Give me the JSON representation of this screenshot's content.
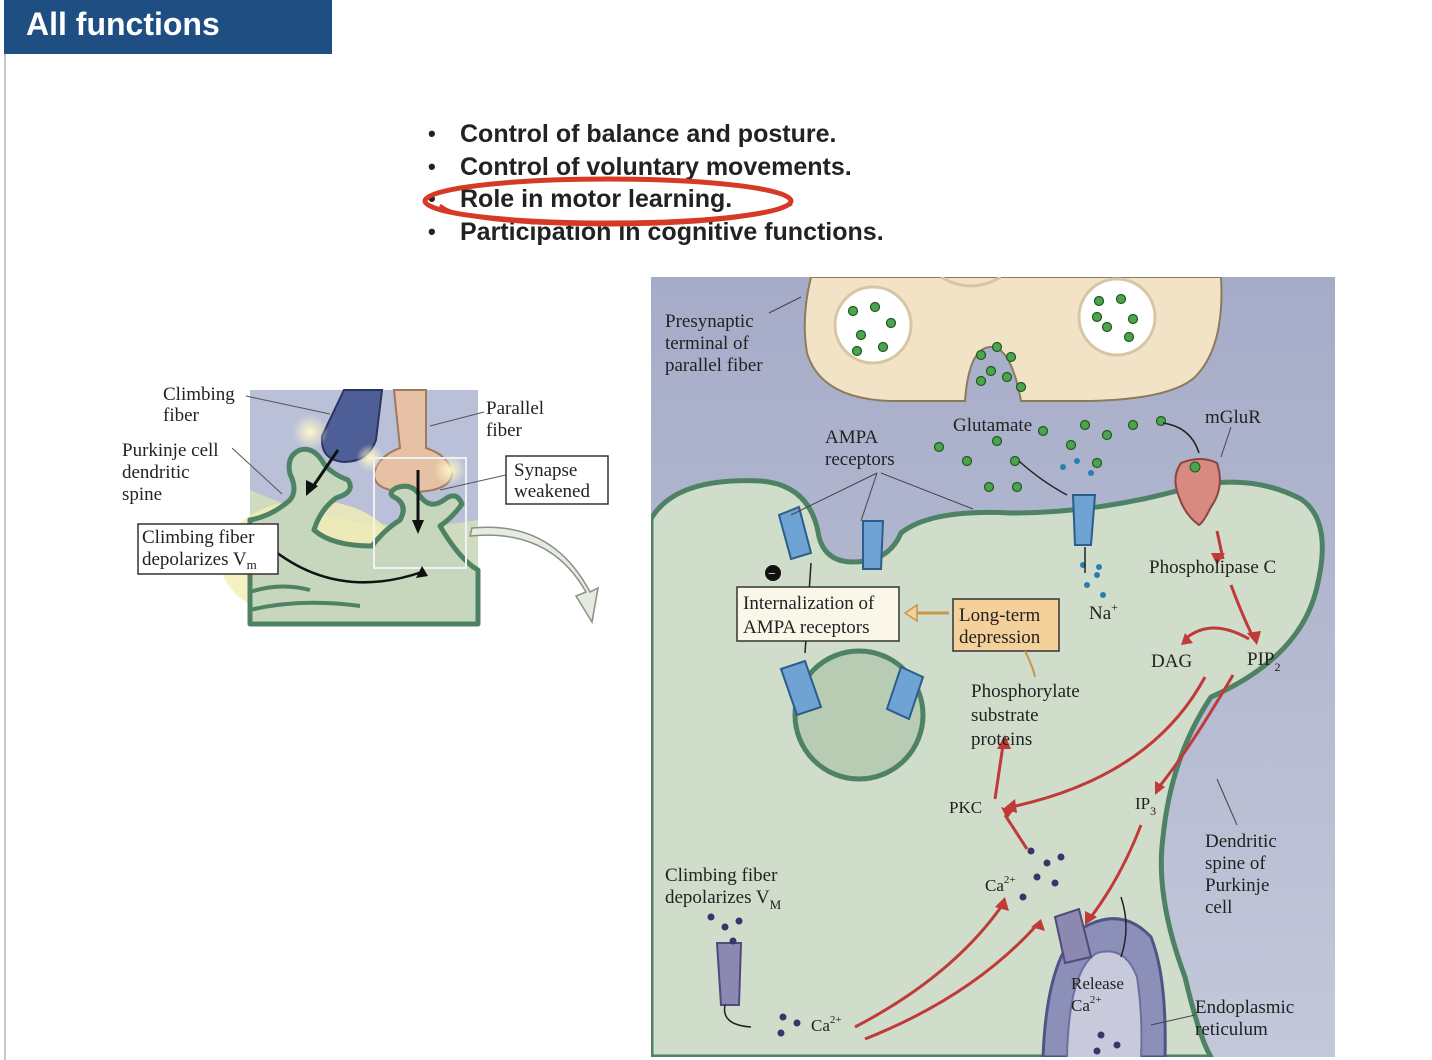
{
  "header": {
    "title": "All functions"
  },
  "bullets": [
    "Control of balance and posture.",
    "Control of voluntary movements.",
    "Role in motor learning.",
    "Participation in cognitive functions."
  ],
  "left_figure": {
    "climbing_fiber": [
      "Climbing",
      "fiber"
    ],
    "parallel_fiber": [
      "Parallel",
      "fiber"
    ],
    "purkinje_spine": [
      "Purkinje cell",
      "dendritic",
      "spine"
    ],
    "synapse_weakened": [
      "Synapse",
      "weakened"
    ],
    "climbing_depolarizes": [
      "Climbing fiber",
      "depolarizes V"
    ],
    "sub_m": "m"
  },
  "right_figure": {
    "presynaptic": [
      "Presynaptic",
      "terminal of",
      "parallel fiber"
    ],
    "glutamate": "Glutamate",
    "mglur": "mGluR",
    "ampa_receptors": [
      "AMPA",
      "receptors"
    ],
    "phospholipase_c": "Phospholipase C",
    "na": "Na",
    "na_sup": "+",
    "internalization": [
      "Internalization of",
      "AMPA receptors"
    ],
    "ltd": [
      "Long-term",
      "depression"
    ],
    "dag": "DAG",
    "pip": "PIP",
    "pip_sub": "2",
    "phosphorylate": [
      "Phosphorylate",
      "substrate",
      "proteins"
    ],
    "pkc": "PKC",
    "ip": "IP",
    "ip_sub": "3",
    "dendritic_spine": [
      "Dendritic",
      "spine of",
      "Purkinje",
      "cell"
    ],
    "climbing_depolarizes": [
      "Climbing fiber",
      "depolarizes V"
    ],
    "sub_M": "M",
    "ca_mid": "Ca",
    "ca_sup": "2+",
    "release": [
      "Release",
      "Ca"
    ],
    "er": [
      "Endoplasmic",
      "reticulum"
    ],
    "ca_bottom": "Ca",
    "minus": "−"
  }
}
